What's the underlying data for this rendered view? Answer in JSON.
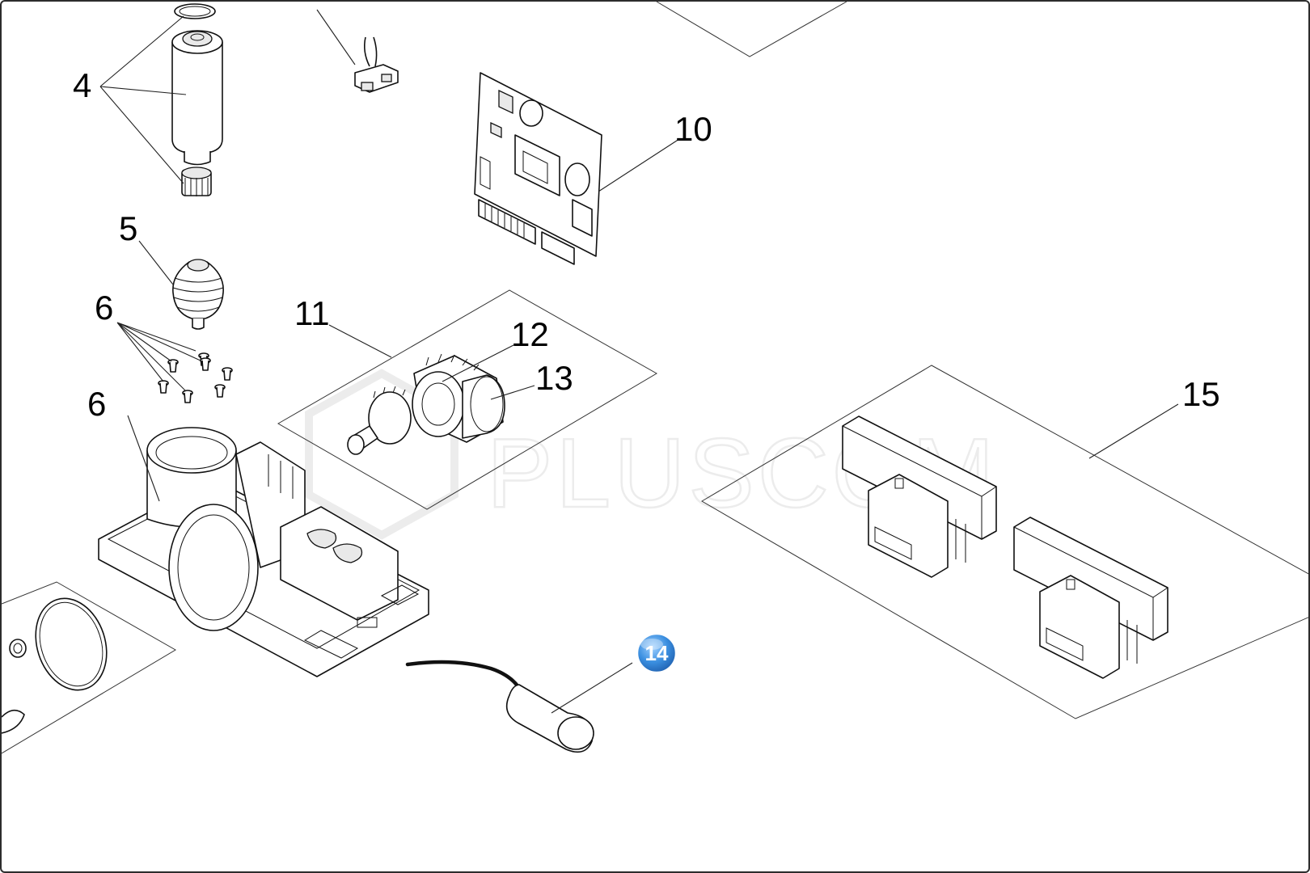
{
  "diagram": {
    "callouts": [
      {
        "id": "4",
        "label": "4"
      },
      {
        "id": "5",
        "label": "5"
      },
      {
        "id": "6a",
        "label": "6"
      },
      {
        "id": "6b",
        "label": "6"
      },
      {
        "id": "10",
        "label": "10"
      },
      {
        "id": "11",
        "label": "11"
      },
      {
        "id": "12",
        "label": "12"
      },
      {
        "id": "13",
        "label": "13"
      },
      {
        "id": "14",
        "label": "14"
      },
      {
        "id": "15",
        "label": "15"
      }
    ],
    "highlight_badge": {
      "label": "14",
      "color": "#3b8fe0"
    },
    "watermark": {
      "text": "PLUSCOM",
      "color": "#ececec"
    }
  }
}
